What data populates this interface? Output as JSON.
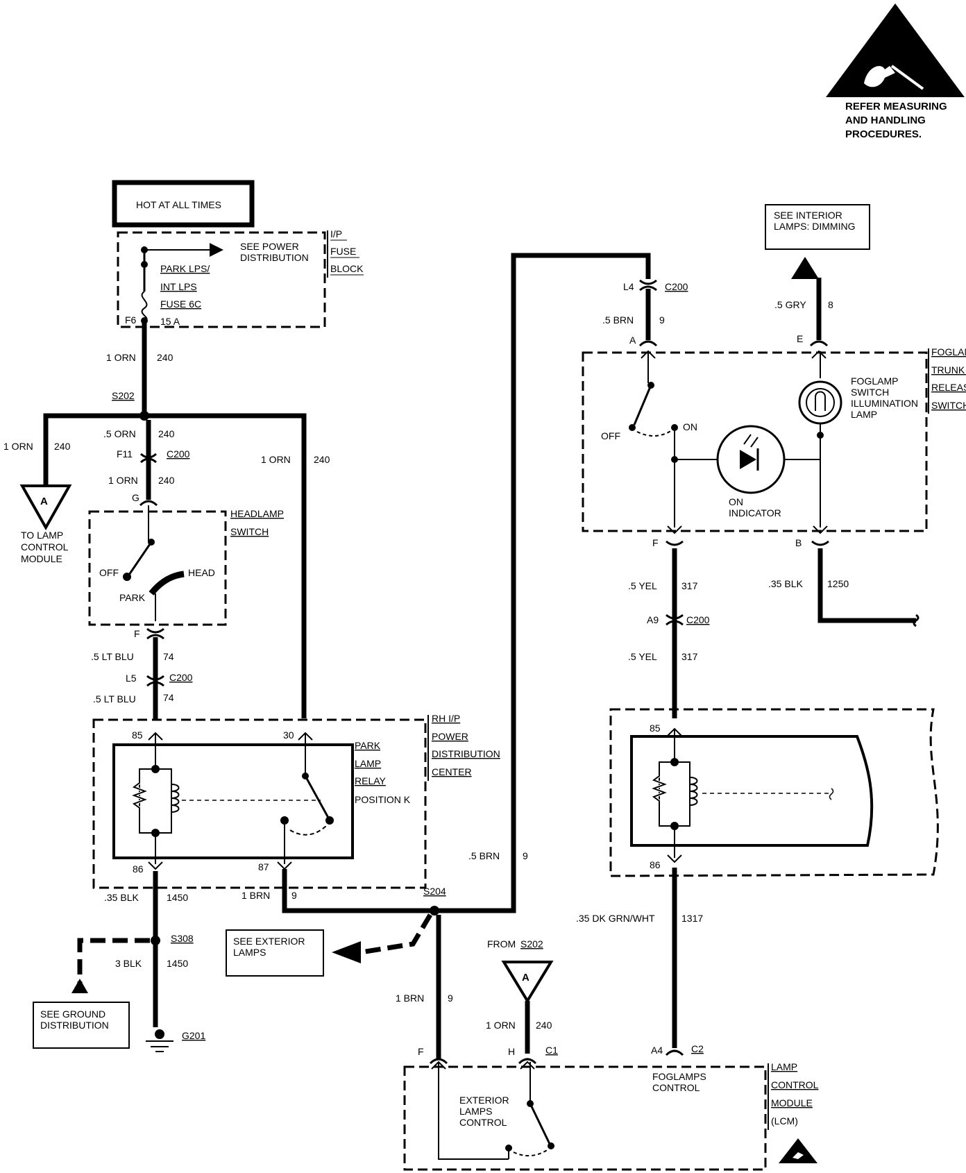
{
  "esd_notice": {
    "icon": "esd-warning-icon",
    "lines": [
      "REFER MEASURING",
      "AND HANDLING",
      "PROCEDURES."
    ]
  },
  "power_source": {
    "label": "HOT AT ALL TIMES"
  },
  "fuse_block": {
    "name_lines": [
      "I/P",
      "FUSE",
      "BLOCK"
    ],
    "see_power": [
      "SEE POWER",
      "DISTRIBUTION"
    ],
    "fuse_lines": [
      "PARK LPS/",
      "INT LPS",
      "FUSE 6C",
      "15 A"
    ],
    "pin": "F6"
  },
  "wires": {
    "w240_main": {
      "size": "1 ORN",
      "circuit": "240"
    },
    "w240_left": {
      "size": "1 ORN",
      "circuit": "240"
    },
    "w240_s202_down": {
      "size": ".5 ORN",
      "circuit": "240"
    },
    "w240_to_g": {
      "size": "1 ORN",
      "circuit": "240"
    },
    "w240_right": {
      "size": "1 ORN",
      "circuit": "240"
    },
    "w74_upper": {
      "size": ".5 LT BLU",
      "circuit": "74"
    },
    "w74_lower": {
      "size": ".5 LT BLU",
      "circuit": "74"
    },
    "w1450_upper": {
      "size": ".35 BLK",
      "circuit": "1450"
    },
    "w1450_lower": {
      "size": "3 BLK",
      "circuit": "1450"
    },
    "w9_87": {
      "size": "1 BRN",
      "circuit": "9"
    },
    "w9_up": {
      "size": ".5 BRN",
      "circuit": "9"
    },
    "w9_top": {
      "size": ".5 BRN",
      "circuit": "9"
    },
    "w9_down": {
      "size": "1 BRN",
      "circuit": "9"
    },
    "w8": {
      "size": ".5 GRY",
      "circuit": "8"
    },
    "w317_upper": {
      "size": ".5 YEL",
      "circuit": "317"
    },
    "w317_lower": {
      "size": ".5 YEL",
      "circuit": "317"
    },
    "w1250": {
      "size": ".35 BLK",
      "circuit": "1250"
    },
    "w1317": {
      "size": ".35 DK GRN/WHT",
      "circuit": "1317"
    },
    "w240_lcm": {
      "size": "1 ORN",
      "circuit": "240"
    }
  },
  "splices": {
    "s202": "S202",
    "s204": "S204",
    "s308": "S308"
  },
  "ground": {
    "g201": "G201"
  },
  "connectors": {
    "f11": "F11",
    "c200": "C200",
    "g": "G",
    "f": "F",
    "l5": "L5",
    "l4": "L4",
    "a": "A",
    "e": "E",
    "f_fog": "F",
    "b": "B",
    "a9": "A9",
    "lcm_f": "F",
    "lcm_h": "H",
    "c1": "C1",
    "a4": "A4",
    "c2": "C2"
  },
  "nav": {
    "to_lcm_letter": "A",
    "to_lcm": [
      "TO LAMP",
      "CONTROL",
      "MODULE"
    ],
    "from_letter": "A",
    "from_label": "FROM",
    "from_splice": "S202",
    "see_interior": [
      "SEE INTERIOR",
      "LAMPS: DIMMING"
    ],
    "see_exterior": [
      "SEE EXTERIOR",
      "LAMPS"
    ],
    "see_ground": [
      "SEE GROUND",
      "DISTRIBUTION"
    ]
  },
  "headlamp_switch": {
    "name_lines": [
      "HEADLAMP",
      "SWITCH"
    ],
    "off": "OFF",
    "park": "PARK",
    "head": "HEAD"
  },
  "park_relay": {
    "center_lines": [
      "RH I/P",
      "POWER",
      "DISTRIBUTION",
      "CENTER"
    ],
    "relay_lines": [
      "PARK",
      "LAMP",
      "RELAY",
      "POSITION K"
    ],
    "pin85": "85",
    "pin86": "86",
    "pin30": "30",
    "pin87": "87"
  },
  "fog_switch": {
    "name_lines": [
      "FOGLAMP/",
      "TRUNK LID",
      "RELEASE",
      "SWITCH"
    ],
    "off": "OFF",
    "on": "ON",
    "indicator": [
      "ON",
      "INDICATOR"
    ],
    "illum": [
      "FOGLAMP",
      "SWITCH",
      "ILLUMINATION",
      "LAMP"
    ]
  },
  "fog_relay": {
    "pin85": "85",
    "pin86": "86"
  },
  "lcm": {
    "name_lines": [
      "LAMP",
      "CONTROL",
      "MODULE",
      "(LCM)"
    ],
    "ext_ctrl": [
      "EXTERIOR",
      "LAMPS",
      "CONTROL"
    ],
    "fog_ctrl": [
      "FOGLAMPS",
      "CONTROL"
    ]
  }
}
